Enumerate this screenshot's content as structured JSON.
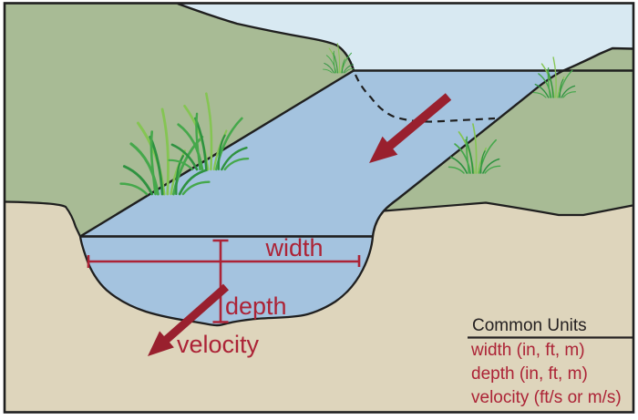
{
  "diagram": {
    "labels": {
      "width": "width",
      "depth": "depth",
      "velocity": "velocity"
    },
    "legend": {
      "title": "Common Units",
      "items": [
        "width (in, ft, m)",
        "depth (in, ft, m)",
        "velocity (ft/s or m/s)"
      ]
    },
    "colors": {
      "bank_green": "#a8bb95",
      "sky_water_light_blue": "#d8e9f2",
      "stream_blue": "#a4c3df",
      "soil_tan": "#ded5bc",
      "outline_black": "#1f1f1f",
      "label_red": "#ac2336",
      "arrow_red": "#99202e",
      "grass_light_green": "#85c553",
      "grass_mid_green": "#45a84b",
      "grass_dark_green": "#2e9240"
    }
  }
}
